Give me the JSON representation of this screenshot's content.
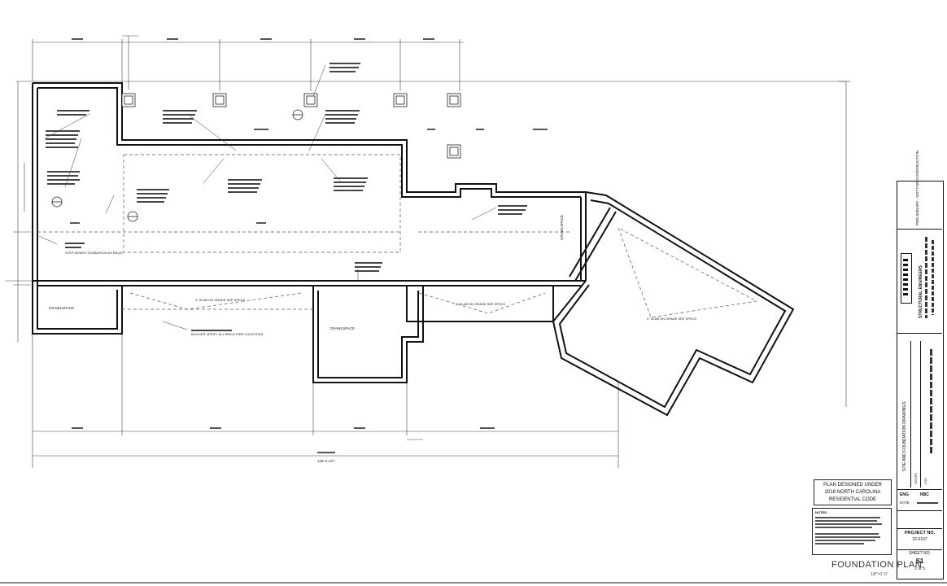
{
  "code_note": [
    "PLAN DESIGNED UNDER",
    "2018 NORTH CAROLINA",
    "RESIDENTIAL CODE"
  ],
  "notes_heading": "NOTES:",
  "plan_title": "FOUNDATION PLAN",
  "plan_scale": "1/8\"=1'-0\"",
  "title_block": {
    "status": "PRELIMINARY - NOT FOR CONSTRUCTION",
    "firm_name": "STRUCTURAL ENGINEERS",
    "sheet_title": "SITE AND FOUNDATION DRAWINGS",
    "project_label": "PROJECT NO.",
    "project_no": "22-0107",
    "sheet_label": "SHEET NO.",
    "sheet_no": "S1",
    "sheet_of": "1 of 5",
    "drawn_label": "ENG",
    "drawn_value": "NBC",
    "date_label": "DATE",
    "scope_label": "SCOPE",
    "location_label": "LOC"
  },
  "plan_labels": {
    "crawlspace": "CRAWLSPACE",
    "slab_on_grade": "4\" SLAB ON GRADE SEE SPECS",
    "step_down": "STEP DOWN FOUNDATION AS REQ'D",
    "builder_verify": "BUILDER VERIFY ALL BRICK PIER LOCATIONS",
    "overall_dim": "149'-4 1/2\""
  }
}
